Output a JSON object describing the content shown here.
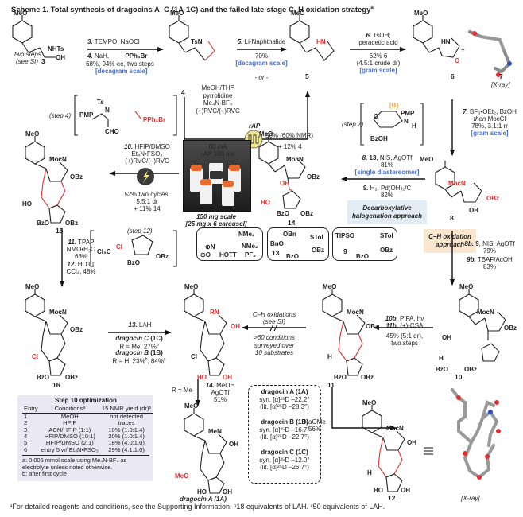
{
  "title": "Scheme 1. Total synthesis of dragocins A–C (1A-1C) and the failed late-stage C–H oxidation strategy",
  "title_superscript": "a",
  "compounds": {
    "c3": {
      "label": "3",
      "groups": [
        "MeO",
        "NHTs",
        "OH"
      ],
      "note": "two steps",
      "note2": "(see SI)"
    },
    "c4": {
      "label": "4",
      "groups": [
        "MeO",
        "TsN"
      ]
    },
    "c5": {
      "label": "5",
      "groups": [
        "MeO",
        "HN"
      ]
    },
    "c6": {
      "label": "6",
      "groups": [
        "MeO",
        "HN",
        "O"
      ]
    },
    "c7": {
      "label": "7",
      "note": "[X-ray]"
    },
    "c8": {
      "label": "8",
      "groups": [
        "MeO",
        "MocN",
        "OBz",
        "OH"
      ]
    },
    "c10": {
      "label": "10",
      "groups": [
        "MeO",
        "MocN",
        "OBz",
        "OH",
        "H",
        "BzO",
        "OBz"
      ]
    },
    "c11": {
      "label": "11",
      "groups": [
        "MeO",
        "MocN",
        "OBz",
        "O",
        "O",
        "H",
        "BzO",
        "OBz"
      ]
    },
    "c12": {
      "label": "12",
      "groups": [
        "MeO",
        "MocN",
        "OH",
        "O",
        "O",
        "H",
        "HO",
        "OH"
      ],
      "xray_note": "[X-ray]"
    },
    "c14": {
      "label": "14",
      "groups": [
        "MeO",
        "MocN",
        "OBz",
        "OH",
        "O",
        "HO",
        "BzO",
        "OBz"
      ]
    },
    "c15": {
      "label": "15",
      "groups": [
        "MeO",
        "MocN",
        "OBz",
        "O",
        "O",
        "HO",
        "BzO",
        "OBz"
      ]
    },
    "c16": {
      "label": "16",
      "groups": [
        "MeO",
        "MocN",
        "OBz",
        "O",
        "O",
        "Cl",
        "BzO",
        "OBz"
      ]
    },
    "c1bc": {
      "groups": [
        "MeO",
        "RN",
        "OH",
        "O",
        "O",
        "Cl",
        "HO",
        "OH"
      ]
    },
    "c1a": {
      "label": "dragocin A (1A)",
      "groups": [
        "MeO",
        "MeN",
        "OH",
        "O",
        "O",
        "MeO",
        "HO",
        "OH"
      ]
    }
  },
  "steps": {
    "s3_4": {
      "line1_num": "3.",
      "line1": "TEMPO, NaOCl",
      "line2_num": "4.",
      "line2": "NaH,",
      "reagent": "PPh₃Br",
      "yield": "68%, 94% ee, two steps",
      "scale": "[decagram scale]"
    },
    "s5": {
      "num": "5.",
      "text": "Li-Naphthalide",
      "yield": "70%",
      "scale": "[decagram scale]",
      "or": "- or -"
    },
    "s5_alt": {
      "lines": [
        "MeOH/THF",
        "pyrrolidine",
        "Me₄N-BF₄",
        "(+)RVC/(–)RVC"
      ],
      "current": "60 mA",
      "rap": "rAP 100 ms",
      "rap_label": "rAP",
      "yield": "50% (60% NMR)",
      "plus": "+ 12% 4"
    },
    "s6": {
      "num": "6.",
      "line1": "TsOH;",
      "line2": "peracetic acid",
      "yield": "62% 6",
      "dr": "(4.5:1 crude dr)",
      "scale": "[gram scale]"
    },
    "s7": {
      "num": "7.",
      "line1": "BF₃•OEt₂, BzOH",
      "line2_then": "then",
      "line2": "MocCl",
      "yield": "78%, 3.1:1 rr",
      "scale": "[gram scale]"
    },
    "s4_mech": {
      "label": "(step 4)",
      "groups": [
        "Ts",
        "N",
        "PMP",
        "CHO",
        "PPh₃Br"
      ]
    },
    "s7_mech": {
      "label": "(step 7)",
      "groups": [
        "[B]",
        "PMP",
        "N",
        "H",
        "O",
        "BzOH"
      ]
    },
    "s8_9": {
      "line1_num": "8.",
      "line1_cpd": "13",
      "line1": ", NIS, AgOTf",
      "yield1": "81%",
      "note": "[single diastereomer]",
      "line2_num": "9.",
      "line2": "H₂, Pd(OH)₂/C",
      "yield2": "82%"
    },
    "decarb_box": {
      "line1": "Decarboxylative",
      "line2": "halogenation approach"
    },
    "s10": {
      "num": "10.",
      "lines": [
        "HFIP/DMSO",
        "Et₄N•FSO₃",
        "(+)RVC/(–)RVC"
      ],
      "yield": "52% two cycles,",
      "dr": "5.5:1 dr",
      "plus": "+ 11% 14"
    },
    "photo": {
      "line1": "150 mg scale",
      "line2": "[25 mg x 6 carousel]"
    },
    "s11_12": {
      "line1_num": "11.",
      "line1": "TPAP",
      "line2": "NMO•H₂O",
      "yield1": "68%",
      "line3_num": "12.",
      "line3": "HOTT",
      "line4": "CCl₄, 48%"
    },
    "s12_mech": {
      "label": "(step 12)",
      "groups": [
        "Cl₃C",
        "Cl",
        "BzO",
        "OBz"
      ]
    },
    "reagent_boxes": {
      "hott": {
        "label": "HOTT",
        "groups": [
          "NMe₂",
          "NMe₂",
          "PF₆",
          "S",
          "N",
          "O"
        ]
      },
      "c13": {
        "label": "13",
        "groups": [
          "OBn",
          "BnO",
          "STol",
          "BzO",
          "OBz"
        ]
      },
      "c9": {
        "label": "9",
        "groups": [
          "TIPSO",
          "STol",
          "BzO",
          "OBz"
        ]
      }
    },
    "ch_box": {
      "line1": "C–H oxidation",
      "line2": "approach"
    },
    "s8b_9b": {
      "line1_num": "8b.",
      "line1_cpd": "9",
      "line1": ", NIS, AgOTf",
      "yield1": "79%",
      "line2_num": "9b.",
      "line2": "TBAF/AcOH",
      "yield2": "83%"
    },
    "s10b_11b": {
      "line1_num": "10b.",
      "line1": "PIFA, hν",
      "line2_num": "11b.",
      "line2": "(+)-CSA",
      "yield": "45% (5:1 dr),",
      "yield2": "two steps"
    },
    "s13": {
      "num": "13.",
      "text": "LAH",
      "c_name": "dragocin C",
      "c_label": "(1C)",
      "c_yield": "R = Me, 27%",
      "c_sup": "b",
      "b_name": "dragocin B",
      "b_label": "(1B)",
      "b_yield": "R = H, 23%",
      "b_sup1": "b",
      "b_yield2": ", 84%",
      "b_sup2": "c"
    },
    "ch_ox": {
      "line1": "C–H oxidations",
      "line2": "(see SI)",
      "line3": ">60 conditions",
      "line4": "surveyed over",
      "line5": "10 substrates"
    },
    "s14": {
      "cond": "R = Me",
      "num": "14.",
      "line1": "MeOH",
      "line2": "AgOTf",
      "yield": "51%"
    },
    "naome": {
      "line1": "NaOMe",
      "yield": "56%"
    }
  },
  "rotation_box": [
    {
      "name": "dragocin A (1A)",
      "syn": "syn. [α]²⁵D –22.2°",
      "lit": "(lit. [α]²⁵D –28.3°)"
    },
    {
      "name": "dragocin B (1B)",
      "syn": "syn. [α]²⁵D –16.7°",
      "lit": "(lit. [α]²⁵D –22.7°)"
    },
    {
      "name": "dragocin C (1C)",
      "syn": "syn. [α]²⁵D –12.0°",
      "lit": "(lit. [α]²⁵D –26.7°)"
    }
  ],
  "opt_table": {
    "title": "Step 10 optimization",
    "headers": [
      "Entry",
      "Conditionsᵃ",
      "15 NMR yield (dr)ᵇ"
    ],
    "rows": [
      [
        "1",
        "MeOH",
        "not detected"
      ],
      [
        "2",
        "HFIP",
        "traces"
      ],
      [
        "3",
        "ACN/HFIP (1:1)",
        "10% (1.0:1.4)"
      ],
      [
        "4",
        "HFIP/DMSO (10:1)",
        "20% (1.0:1.4)"
      ],
      [
        "5",
        "HFIP/DMSO (2:1)",
        "18% (4.0:1.0)"
      ],
      [
        "6",
        "entry 5 w/ Et₄N•FSO₃",
        "29% (4.1:1.0)"
      ]
    ],
    "note_a": "a: 0.006 mmol scale using Me₄N-BF₄ as electrolyte unless noted otherwise.",
    "note_b": "b: after first cycle"
  },
  "footnote": "ᵃFor detailed reagents and conditions, see the Supporting Information. ᵇ18 equivalents of LAH. ᶜ50 equivalents of LAH.",
  "colors": {
    "highlight_red": "#e03030",
    "scale_blue": "#4a6fc9",
    "decarb_bg": "#e4ecf6",
    "ch_bg": "#fbe7cf",
    "table_bg": "#e9e8f3",
    "rap_yellow": "#f0e68c"
  }
}
